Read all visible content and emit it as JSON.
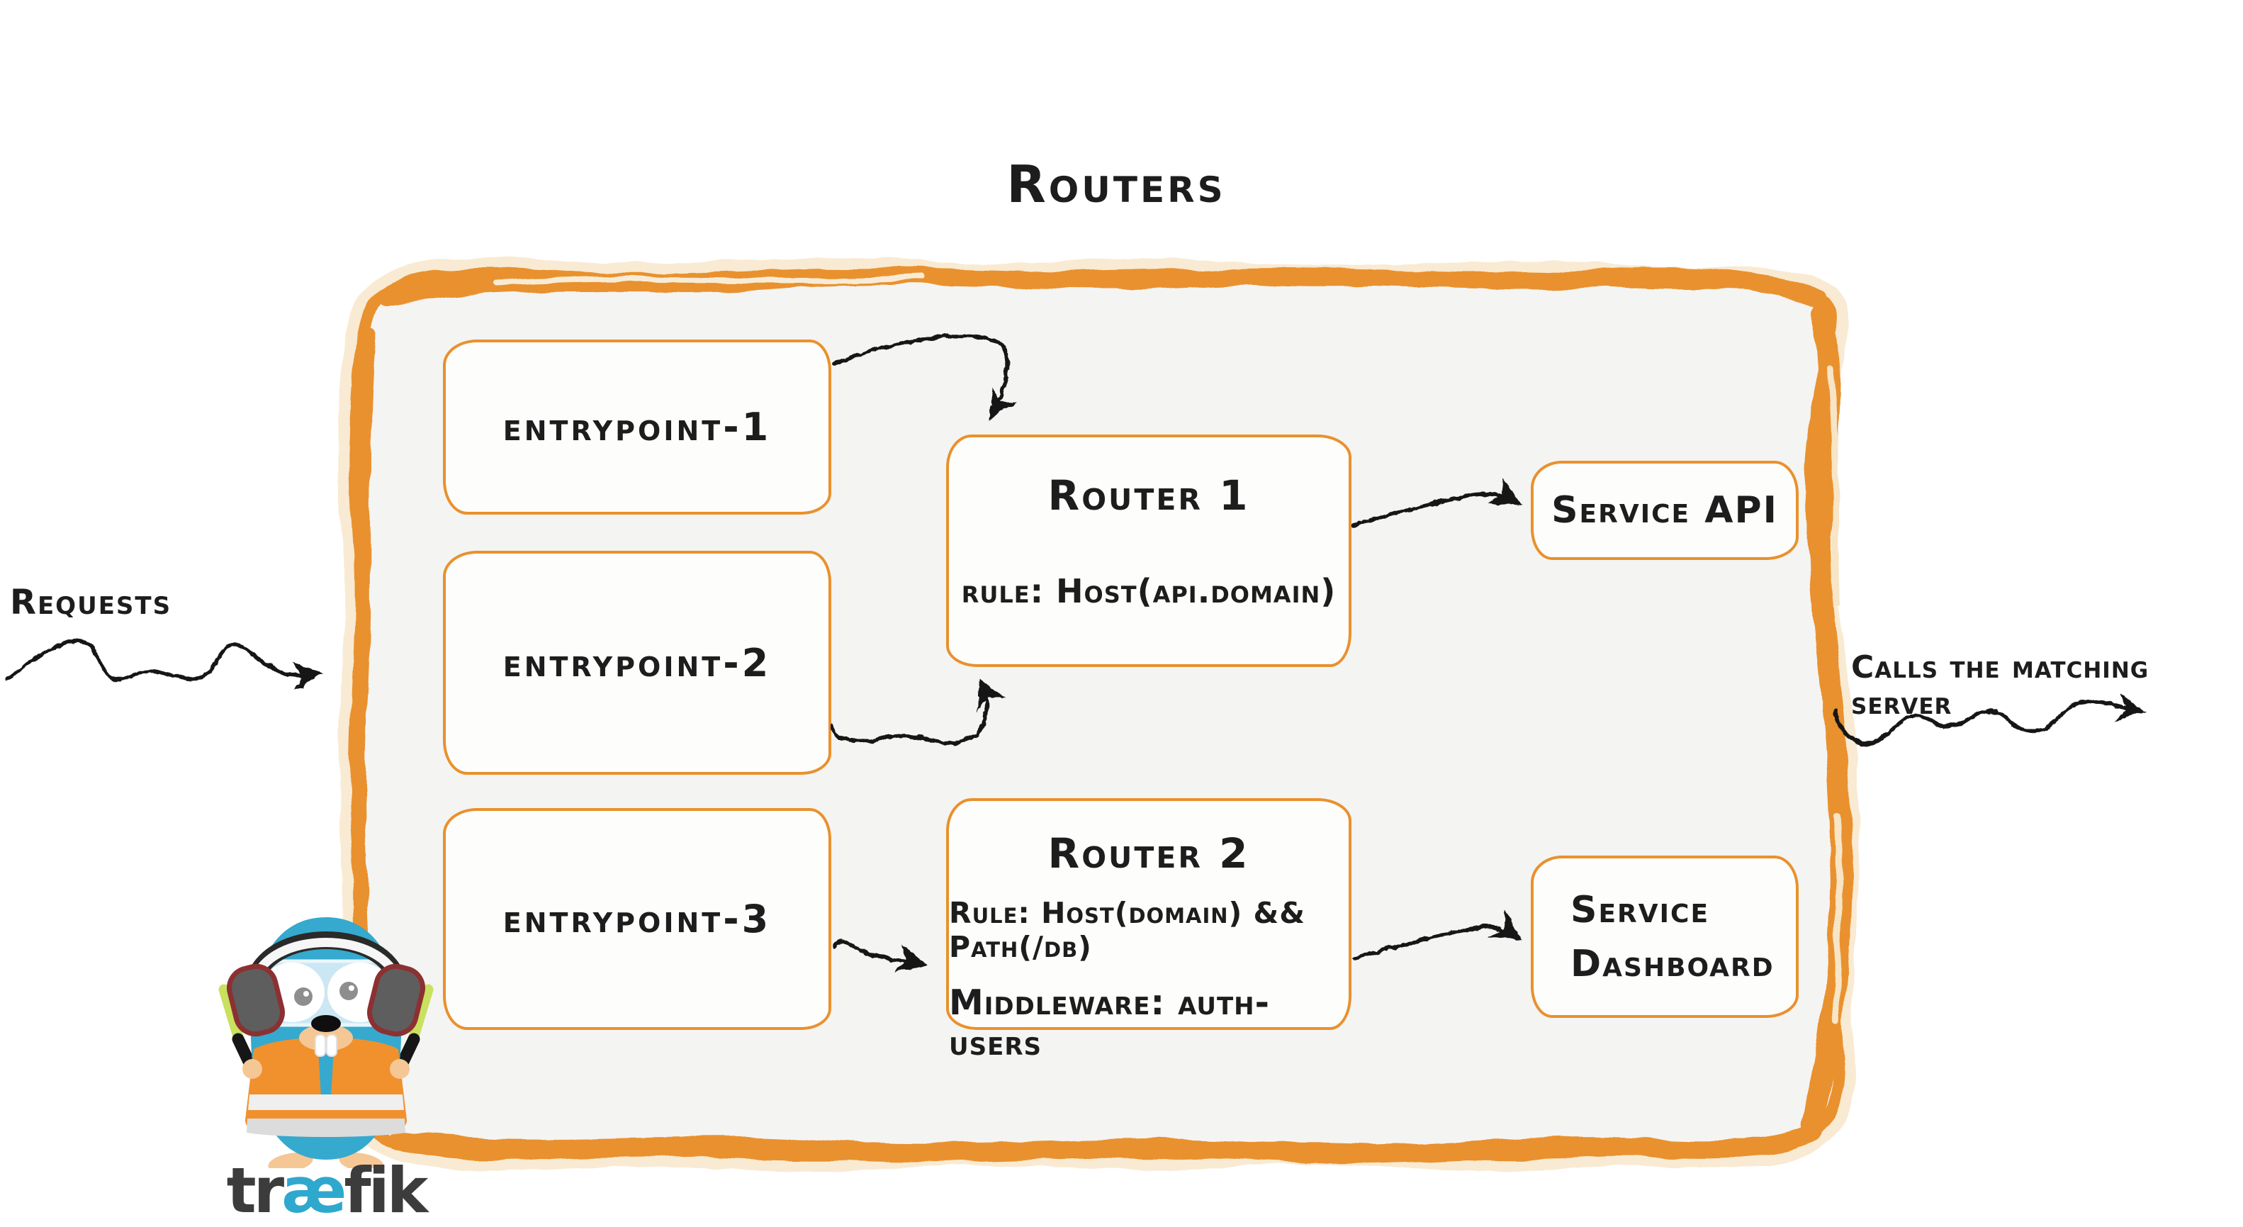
{
  "diagram": {
    "title": "Routers",
    "requests_label": "Requests",
    "calls_label": "Calls the matching server",
    "entrypoints": [
      {
        "label": "entrypoint-1"
      },
      {
        "label": "entrypoint-2"
      },
      {
        "label": "entrypoint-3"
      }
    ],
    "routers": [
      {
        "name": "Router 1",
        "rule": "rule: Host(api.domain)"
      },
      {
        "name": "Router 2",
        "rule": "Rule: Host(domain) && Path(/db)",
        "middleware": "Middleware: auth-users"
      }
    ],
    "services": [
      {
        "label": "Service API"
      },
      {
        "line1": "Service",
        "line2": "Dashboard"
      }
    ],
    "logo": {
      "part1": "tr",
      "part2": "æ",
      "part3": "fik"
    },
    "colors": {
      "orange": "#E9912D",
      "container_fill": "#F4F4F3",
      "ink": "#1B1B1B",
      "gopher_teal": "#36A9CE",
      "wordmark_dark": "#3C3C3C",
      "wordmark_teal": "#2FA8CE"
    }
  }
}
